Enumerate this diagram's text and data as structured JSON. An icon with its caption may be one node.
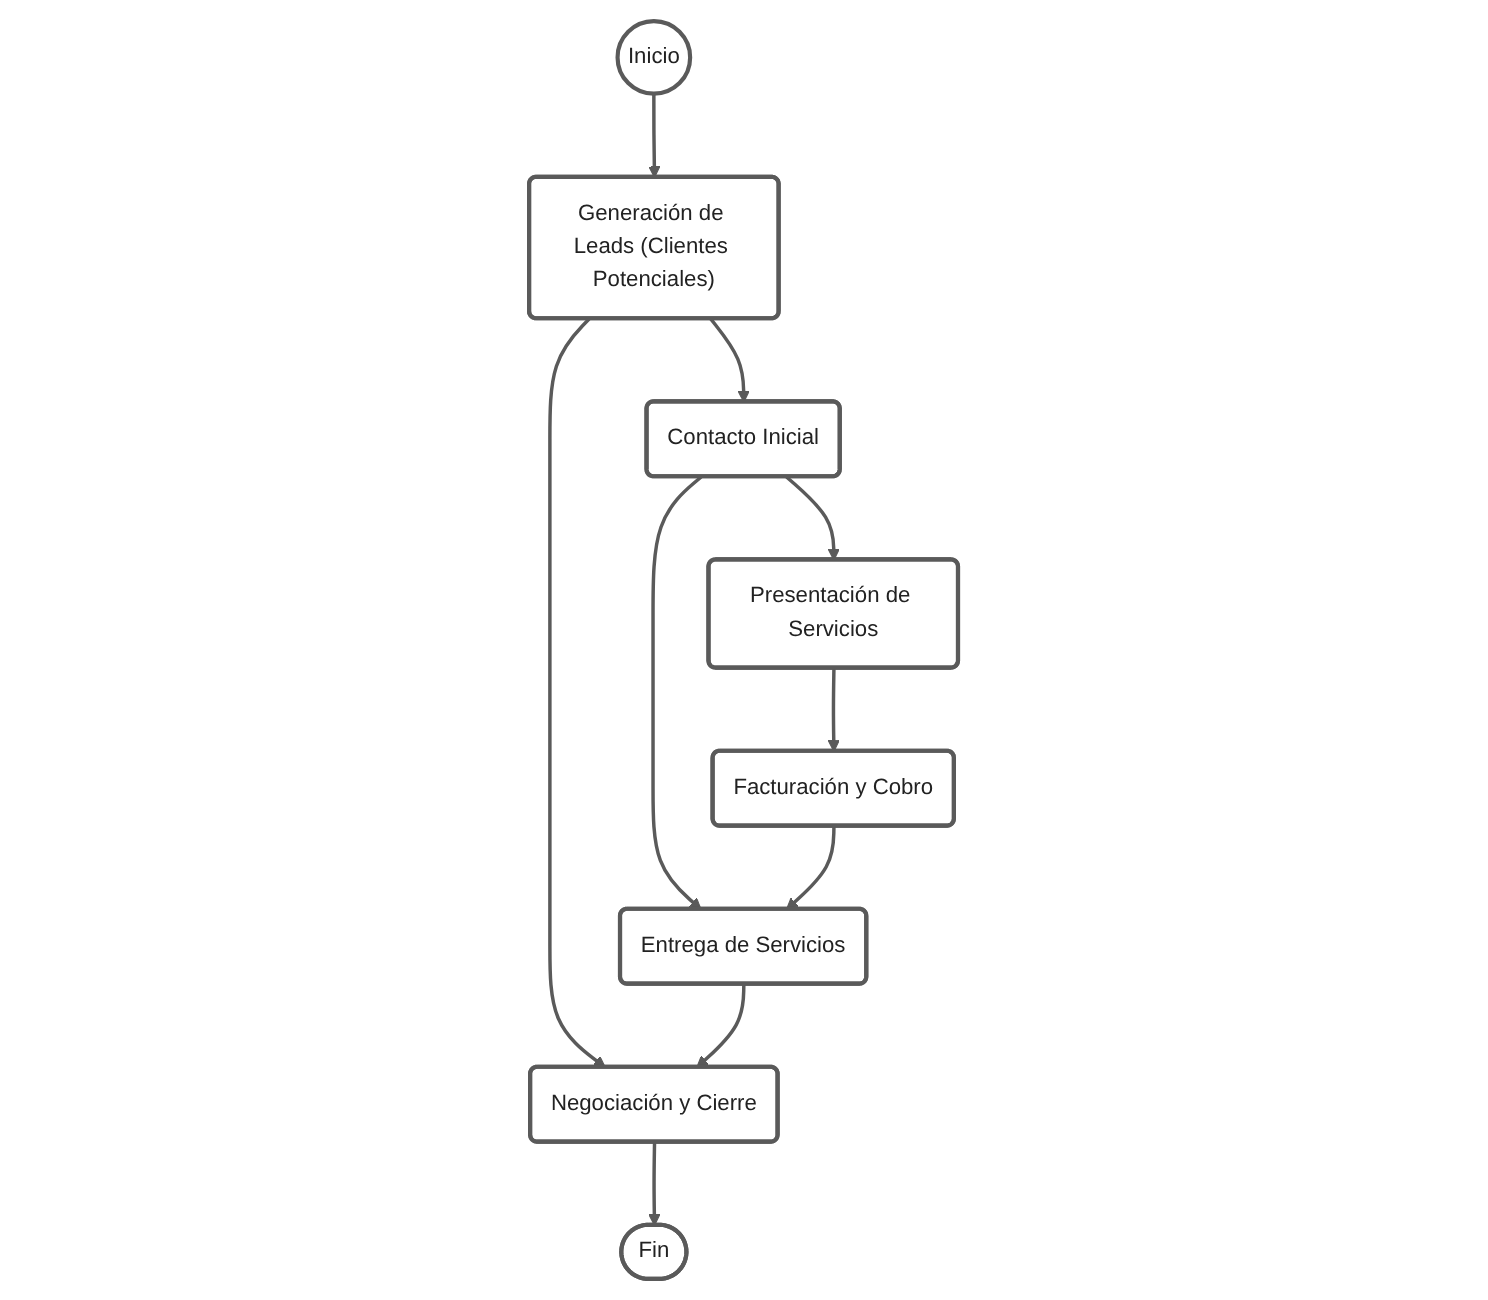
{
  "diagram": {
    "nodes": [
      {
        "text": [
          "Inicio"
        ]
      },
      {
        "text": [
          "Generación de Leads (Clientes Potenciales)"
        ]
      },
      {
        "text": [
          "Contacto Inicial"
        ]
      },
      {
        "text": [
          "Presentación de Servicios"
        ]
      },
      {
        "text": [
          "Negociación y Cierre"
        ]
      },
      {
        "text": [
          "Entrega de Servicios"
        ]
      },
      {
        "text": [
          "Facturación y Cobro"
        ]
      },
      {
        "text": [
          "Fin"
        ]
      }
    ],
    "edges": [
      {
        "from": 0,
        "to": 1,
        "arrow": "to"
      },
      {
        "from": 1,
        "to": 2,
        "arrow": "to"
      },
      {
        "from": 2,
        "to": 3,
        "arrow": "to"
      },
      {
        "from": 1,
        "to": 4,
        "arrow": "to"
      },
      {
        "from": 2,
        "to": 5,
        "arrow": "to"
      },
      {
        "from": 3,
        "to": 6,
        "arrow": "to"
      },
      {
        "from": 6,
        "to": 5,
        "arrow": "to"
      },
      {
        "from": 5,
        "to": 4,
        "arrow": "to"
      },
      {
        "from": 4,
        "to": 7,
        "arrow": "to"
      }
    ]
  }
}
